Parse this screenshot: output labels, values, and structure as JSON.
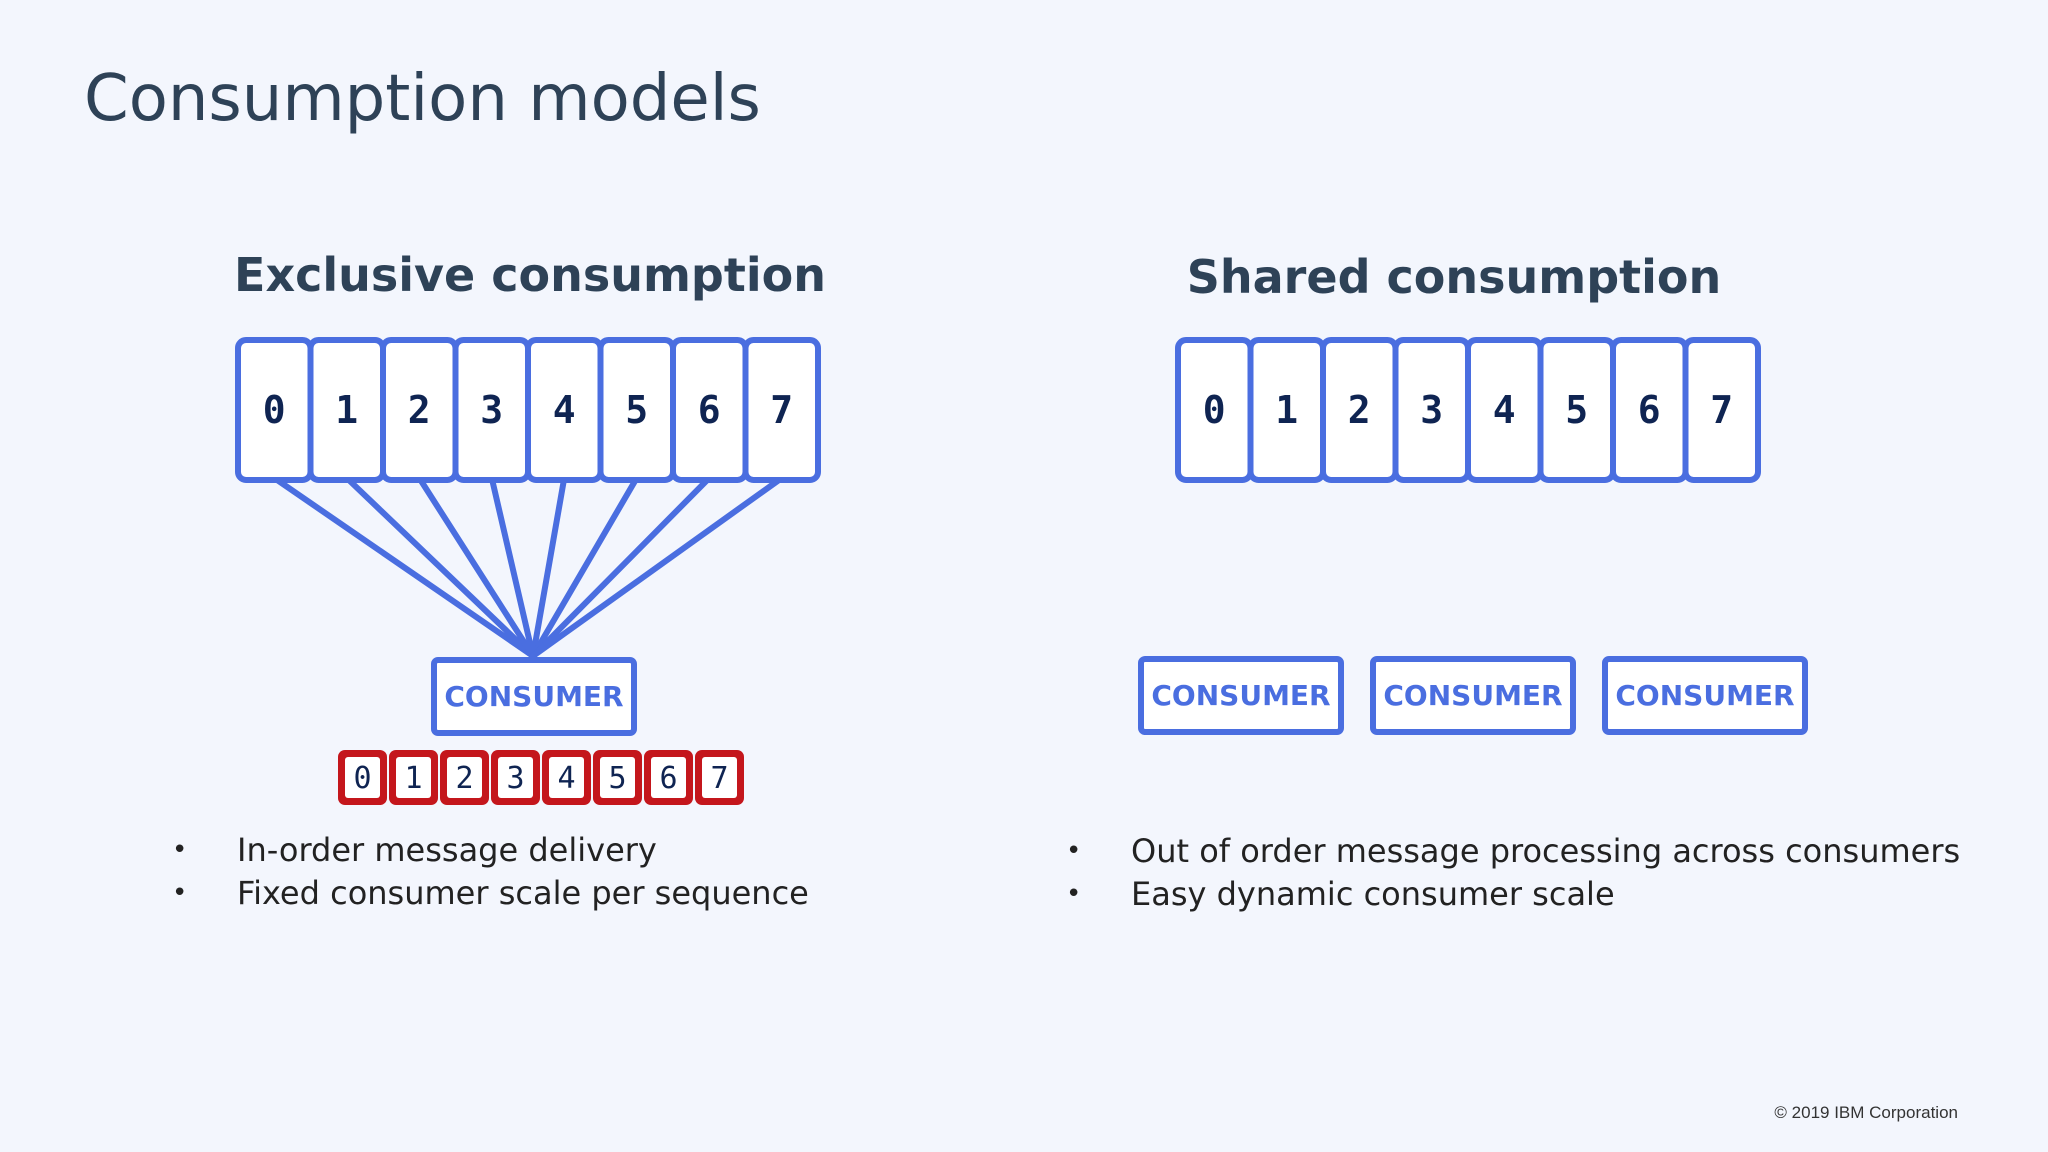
{
  "title": "Consumption models",
  "exclusive": {
    "heading": "Exclusive consumption",
    "partitions": [
      "0",
      "1",
      "2",
      "3",
      "4",
      "5",
      "6",
      "7"
    ],
    "consumer_label": "CONSUMER",
    "ordered_sequence": [
      "0",
      "1",
      "2",
      "3",
      "4",
      "5",
      "6",
      "7"
    ],
    "bullets": [
      "In-order message delivery",
      "Fixed consumer scale per sequence"
    ]
  },
  "shared": {
    "heading": "Shared consumption",
    "partitions": [
      "0",
      "1",
      "2",
      "3",
      "4",
      "5",
      "6",
      "7"
    ],
    "consumers": [
      "CONSUMER",
      "CONSUMER",
      "CONSUMER"
    ],
    "bullets": [
      "Out of order message processing across consumers",
      "Easy dynamic consumer scale"
    ]
  },
  "bullet_symbol": "•",
  "footer": "© 2019 IBM Corporation",
  "colors": {
    "background": "#f3f6fd",
    "accent_blue": "#4a6ee0",
    "ordered_red": "#c4161c",
    "title_text": "#2e4257",
    "digit_text": "#0f2452"
  }
}
